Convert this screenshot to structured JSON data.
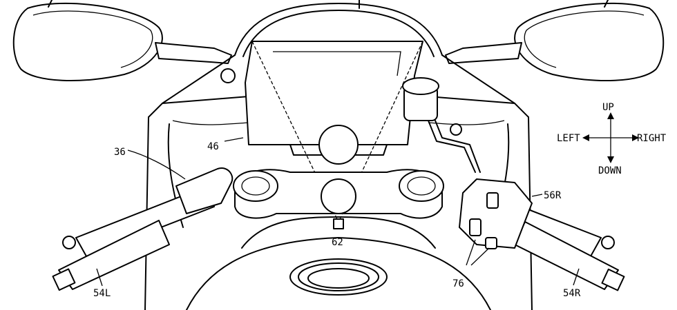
{
  "labels": {
    "ref_36": "36",
    "ref_46": "46",
    "ref_62": "62",
    "ref_54L": "54L",
    "ref_54R": "54R",
    "ref_56R": "56R",
    "ref_76": "76"
  },
  "compass": {
    "up": "UP",
    "down": "DOWN",
    "left": "LEFT",
    "right": "RIGHT"
  }
}
